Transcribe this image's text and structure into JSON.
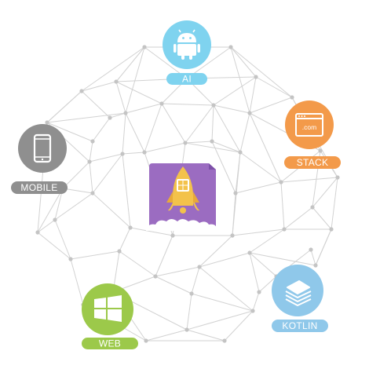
{
  "center": {
    "name": "rocket-app-icon",
    "colors": {
      "card": "#9b6cc1",
      "rocket": "#f3c24b",
      "cloud": "#ffffff"
    }
  },
  "nodes": [
    {
      "id": "ai",
      "label": "AI",
      "icon": "android-icon",
      "color": "#7fd3ef"
    },
    {
      "id": "stack",
      "label": "STACK",
      "icon": "browser-window-icon",
      "icon_text": ".com",
      "color": "#f39a4a"
    },
    {
      "id": "kotlin",
      "label": "KOTLIN",
      "icon": "layers-stack-icon",
      "color": "#8fc8ea"
    },
    {
      "id": "web",
      "label": "WEB",
      "icon": "windows-icon",
      "color": "#9cc94a"
    },
    {
      "id": "mobile",
      "label": "MOBILE",
      "icon": "smartphone-icon",
      "color": "#8f8f8f"
    }
  ],
  "colors": {
    "mesh_line": "#d2d2d2",
    "mesh_dot": "#c4c4c4"
  }
}
